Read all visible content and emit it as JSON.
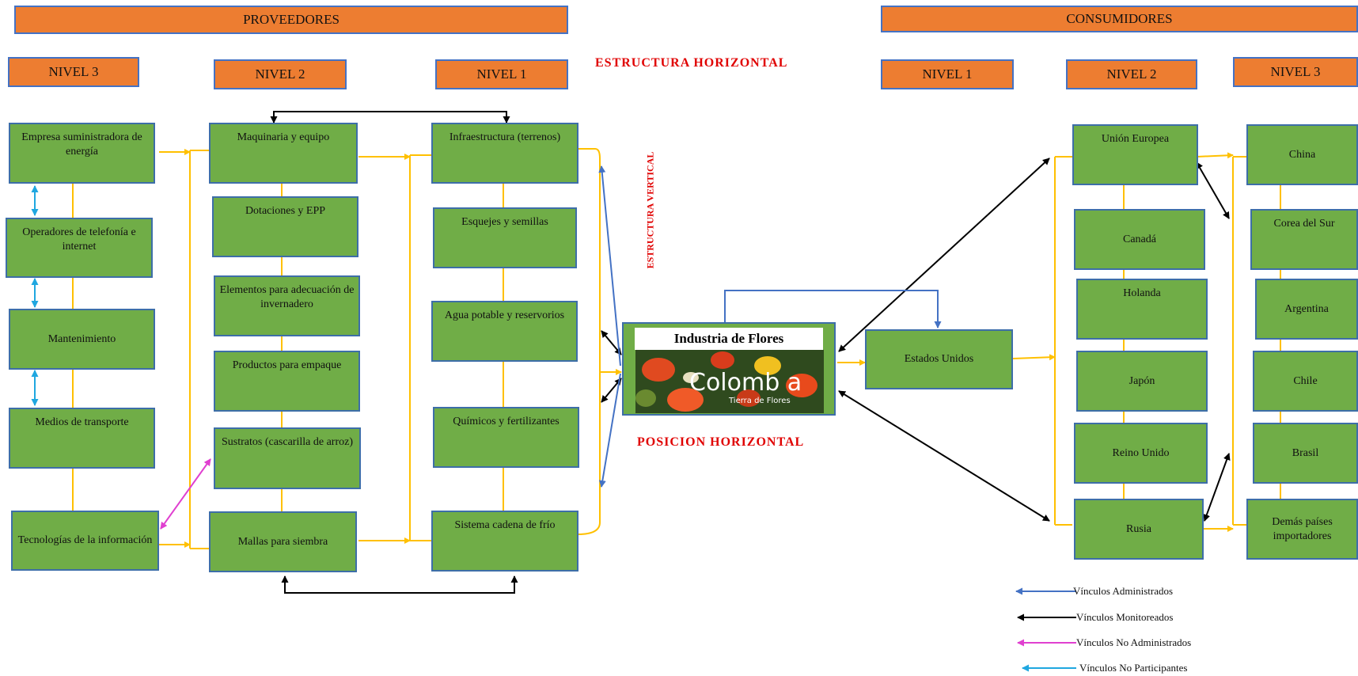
{
  "headers": {
    "providers": "PROVEEDORES",
    "consumers": "CONSUMIDORES"
  },
  "levels": {
    "prov_n3": "NIVEL 3",
    "prov_n2": "NIVEL 2",
    "prov_n1": "NIVEL 1",
    "cons_n1": "NIVEL 1",
    "cons_n2": "NIVEL 2",
    "cons_n3": "NIVEL 3"
  },
  "labels": {
    "estructura_horizontal": "ESTRUCTURA HORIZONTAL",
    "estructura_vertical": "ESTRUCTURA VERTICAL",
    "posicion_horizontal": "POSICION HORIZONTAL"
  },
  "providers_level3": [
    "Empresa suministradora de energía",
    "Operadores de telefonía e internet",
    "Mantenimiento",
    "Medios de transporte",
    "Tecnologías de la información"
  ],
  "providers_level2": [
    "Maquinaria y equipo",
    "Dotaciones y EPP",
    "Elementos para adecuación de invernadero",
    "Productos para empaque",
    "Sustratos (cascarilla de arroz)",
    "Mallas para siembra"
  ],
  "providers_level1": [
    "Infraestructura (terrenos)",
    "Esquejes y semillas",
    "Agua potable y reservorios",
    "Químicos y fertilizantes",
    "Sistema cadena de frío"
  ],
  "center": {
    "title": "Industria de Flores",
    "photo_text": "Colomb a",
    "photo_subtext": "Tierra de Flores"
  },
  "consumers_level1": [
    "Estados Unidos"
  ],
  "consumers_level2": [
    "Unión Europea",
    "Canadá",
    "Holanda",
    "Japón",
    "Reino Unido",
    "Rusia"
  ],
  "consumers_level3": [
    "China",
    "Corea del Sur",
    "Argentina",
    "Chile",
    "Brasil",
    "Demás países importadores"
  ],
  "legend": [
    {
      "label": "Vínculos Administrados",
      "color": "#4472c4"
    },
    {
      "label": "Vínculos Monitoreados",
      "color": "#000000"
    },
    {
      "label": "Vínculos No Administrados",
      "color": "#e040d0"
    },
    {
      "label": "Vínculos No Participantes",
      "color": "#1fa7e0"
    }
  ],
  "colors": {
    "header": "#ed7d31",
    "box": "#70ad47",
    "box_border": "#3d6ea8",
    "flow": "#ffc000",
    "title_red": "#e00000"
  }
}
